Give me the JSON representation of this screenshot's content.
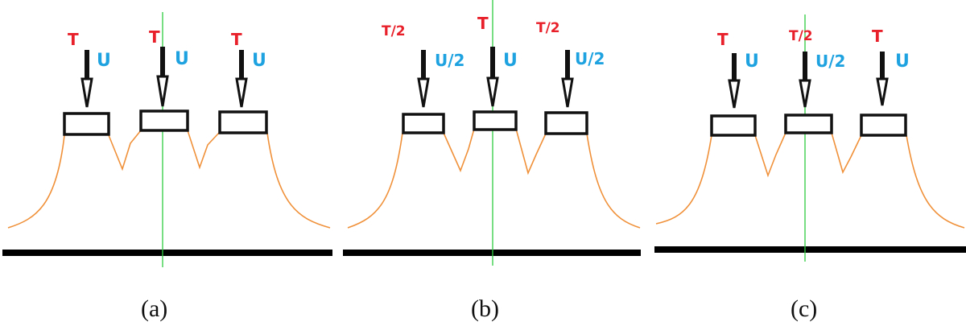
{
  "panels": [
    {
      "caption": "(a)",
      "heads": [
        {
          "t": "T",
          "u": "U"
        },
        {
          "t": "T",
          "u": "U"
        },
        {
          "t": "T",
          "u": "U"
        }
      ]
    },
    {
      "caption": "(b)",
      "heads": [
        {
          "t": "T/2",
          "u": "U/2"
        },
        {
          "t": "T",
          "u": "U"
        },
        {
          "t": "T/2",
          "u": "U/2"
        }
      ]
    },
    {
      "caption": "(c)",
      "heads": [
        {
          "t": "T",
          "u": "U"
        },
        {
          "t": "T/2",
          "u": "U/2"
        },
        {
          "t": "T",
          "u": "U"
        }
      ]
    }
  ],
  "colors": {
    "thrust_label": "#e8202a",
    "velocity_label": "#1fa3e0",
    "profile_curve": "#f0913a",
    "axis_line": "#2ecc40",
    "ground": "#000000"
  }
}
